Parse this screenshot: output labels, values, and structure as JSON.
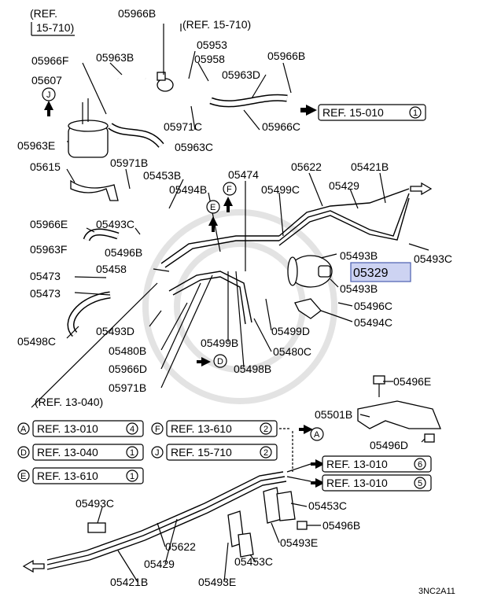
{
  "labels": {
    "ref_15_710_a": "(REF.",
    "ref_15_710_b": "15-710)",
    "p05966B_top": "05966B",
    "ref_15_710_c": "(REF. 15-710)",
    "p05953": "05953",
    "p05958": "05958",
    "p05966B_r": "05966B",
    "p05966F": "05966F",
    "p05963B": "05963B",
    "p05963D": "05963D",
    "p05607": "05607",
    "ref_15_010": "REF. 15-010",
    "ref_15_010_n": "1",
    "p05971C": "05971C",
    "p05966C": "05966C",
    "p05963E": "05963E",
    "p05963C": "05963C",
    "p05971B_a": "05971B",
    "p05615": "05615",
    "p05453B": "05453B",
    "p05474": "05474",
    "p05622_top": "05622",
    "p05421B_top": "05421B",
    "p05494B": "05494B",
    "p05499C": "05499C",
    "p05429_top": "05429",
    "p05966E": "05966E",
    "p05493C_l": "05493C",
    "p05963F": "05963F",
    "p05496B_a": "05496B",
    "p05493B_a": "05493B",
    "p05493C_r": "05493C",
    "p05473_a": "05473",
    "p05458": "05458",
    "p05329": "05329",
    "p05473_b": "05473",
    "p05493B_b": "05493B",
    "p05496C": "05496C",
    "p05494C": "05494C",
    "p05493D": "05493D",
    "p05499D": "05499D",
    "p05498C": "05498C",
    "p05480B": "05480B",
    "p05499B": "05499B",
    "p05480C": "05480C",
    "p05966D": "05966D",
    "p05498B": "05498B",
    "p05971B_b": "05971B",
    "p05496E": "05496E",
    "ref_13_040_note": "(REF. 13-040)",
    "p05501B": "05501B",
    "p05496D": "05496D",
    "p05493C_b": "05493C",
    "p05453C_a": "05453C",
    "p05496B_b": "05496B",
    "p05493E_a": "05493E",
    "p05622_b": "05622",
    "p05429_b": "05429",
    "p05453C_b": "05453C",
    "p05421B_b": "05421B",
    "p05493E_b": "05493E",
    "diagram_code": "3NC2A11"
  },
  "markers": {
    "J": "J",
    "F": "F",
    "E": "E",
    "D": "D",
    "A": "A"
  },
  "refs": [
    {
      "key": "A",
      "text": "REF. 13-010",
      "num": "4"
    },
    {
      "key": "F",
      "text": "REF. 13-610",
      "num": "2"
    },
    {
      "key": "D",
      "text": "REF. 13-040",
      "num": "1"
    },
    {
      "key": "J",
      "text": "REF. 15-710",
      "num": "2"
    },
    {
      "key": "E",
      "text": "REF. 13-610",
      "num": "1"
    }
  ],
  "ref_right": [
    {
      "text": "REF. 13-010",
      "num": "6"
    },
    {
      "text": "REF. 13-010",
      "num": "5"
    }
  ],
  "highlight_color": "#cdd3f2"
}
